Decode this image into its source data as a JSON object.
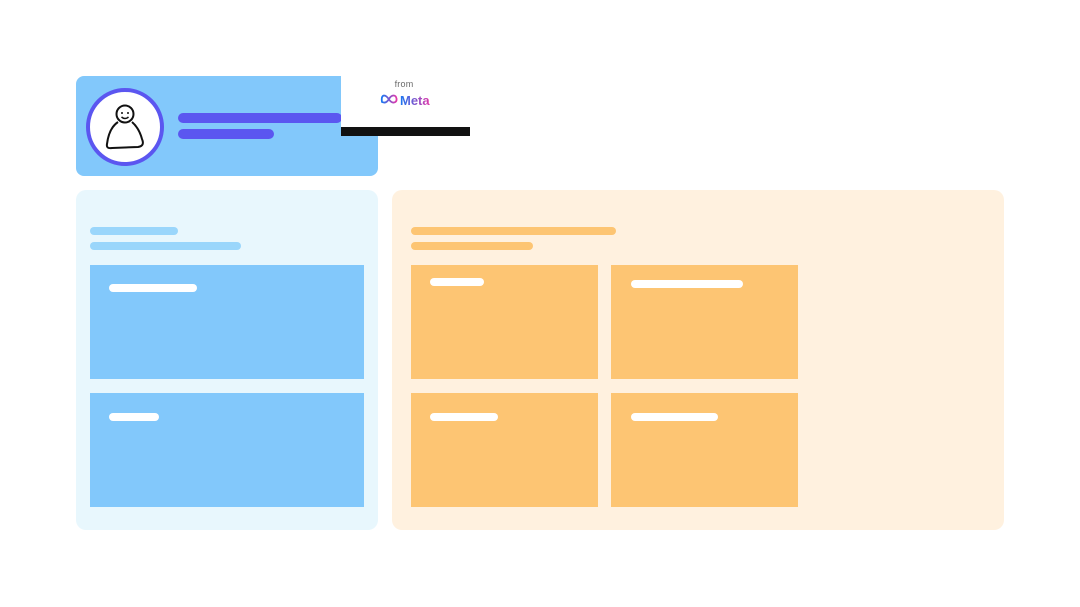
{
  "colors": {
    "profile_card_bg": "#82c8fb",
    "accent_purple": "#5b56f0",
    "left_panel_bg": "#e8f7fd",
    "left_bar": "#9ad6fb",
    "blue_card": "#82c8fb",
    "right_panel_bg": "#fff1df",
    "right_bar": "#fdc573",
    "orange_card": "#fdc573",
    "card_label": "#ffffff"
  },
  "branding": {
    "from_text": "from",
    "logo_icon": "meta-infinity-icon",
    "logo_text": "Meta"
  },
  "profile": {
    "avatar_icon": "person-avatar-icon"
  },
  "left_panel": {
    "cards": [
      {
        "label_placeholder": "card-label"
      },
      {
        "label_placeholder": "card-label"
      }
    ]
  },
  "right_panel": {
    "cards": [
      {
        "label_placeholder": "card-label"
      },
      {
        "label_placeholder": "card-label"
      },
      {
        "label_placeholder": "card-label"
      },
      {
        "label_placeholder": "card-label"
      }
    ]
  }
}
